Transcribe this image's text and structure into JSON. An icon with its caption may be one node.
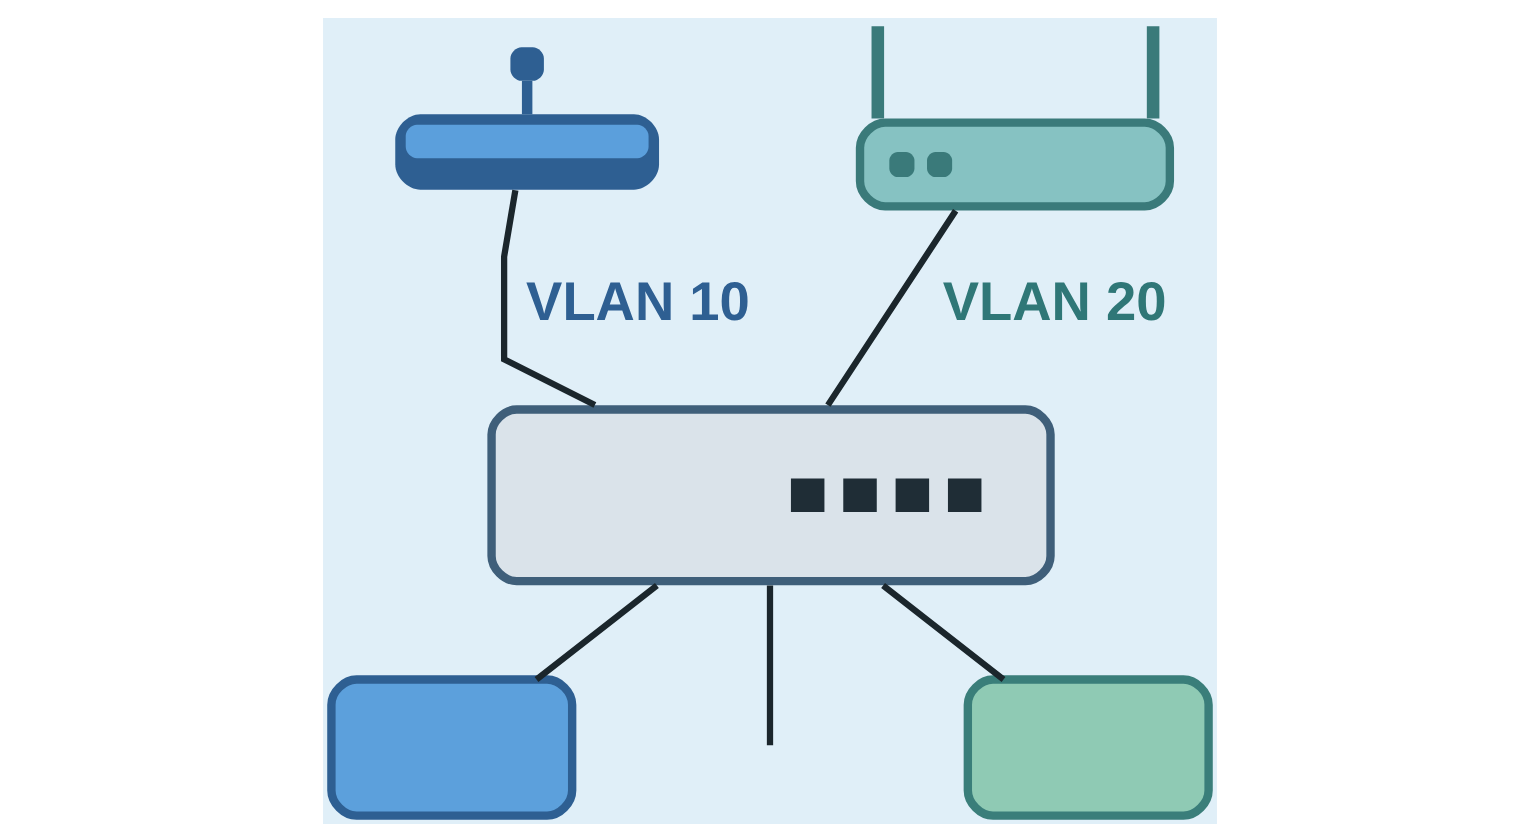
{
  "diagram": {
    "nodes": [
      {
        "text": [],
        "shape": "picture"
      },
      {
        "text": [],
        "shape": "picture"
      },
      {
        "text": [],
        "shape": "picture"
      },
      {
        "text": [],
        "shape": "box"
      },
      {
        "text": [],
        "shape": "box"
      }
    ],
    "edges": [
      {
        "from": 0,
        "to": 2,
        "arrow": "none",
        "label": "VLAN 10"
      },
      {
        "from": 1,
        "to": 2,
        "arrow": "none",
        "label": "VLAN 20"
      },
      {
        "from": 2,
        "to": 3,
        "arrow": "none"
      },
      {
        "from": 2,
        "to": null,
        "arrow": "none"
      },
      {
        "from": 2,
        "to": 4,
        "arrow": "none"
      }
    ]
  }
}
